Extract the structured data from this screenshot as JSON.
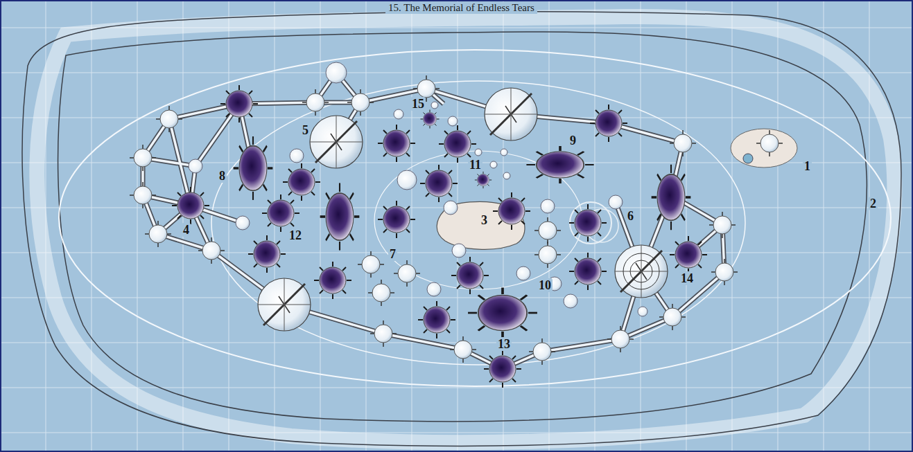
{
  "diagram": {
    "title": "15. The Memorial of Endless Tears",
    "labels": [
      "15",
      "5",
      "9",
      "11",
      "1",
      "8",
      "2",
      "3",
      "6",
      "4",
      "12",
      "7",
      "14",
      "10",
      "13"
    ]
  }
}
